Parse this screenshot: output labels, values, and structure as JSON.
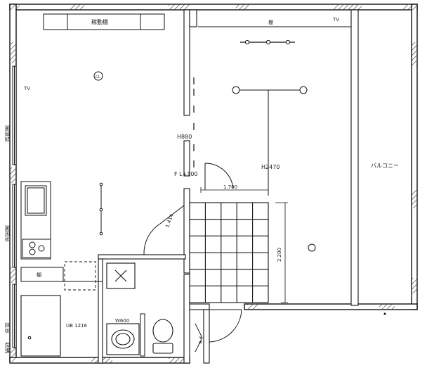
{
  "labels": {
    "sliding_shelf": "稼動棚",
    "shelf_top": "棚",
    "tv_top": "TV",
    "tv_left": "TV",
    "cl": "CL",
    "h880": "H880",
    "fl100": "F L+100",
    "h2470": "H2470",
    "dim_1700": "1.700",
    "dim_1414": "1.414",
    "dim_2200": "2.200",
    "balcony": "バルコニー",
    "shelf_left": "棚",
    "w600": "W600",
    "ub": "UB 1216",
    "ps": "P S",
    "side_1": "開放型",
    "side_2": "開閉窓",
    "side_3": "出窓",
    "side_4": "収納"
  }
}
